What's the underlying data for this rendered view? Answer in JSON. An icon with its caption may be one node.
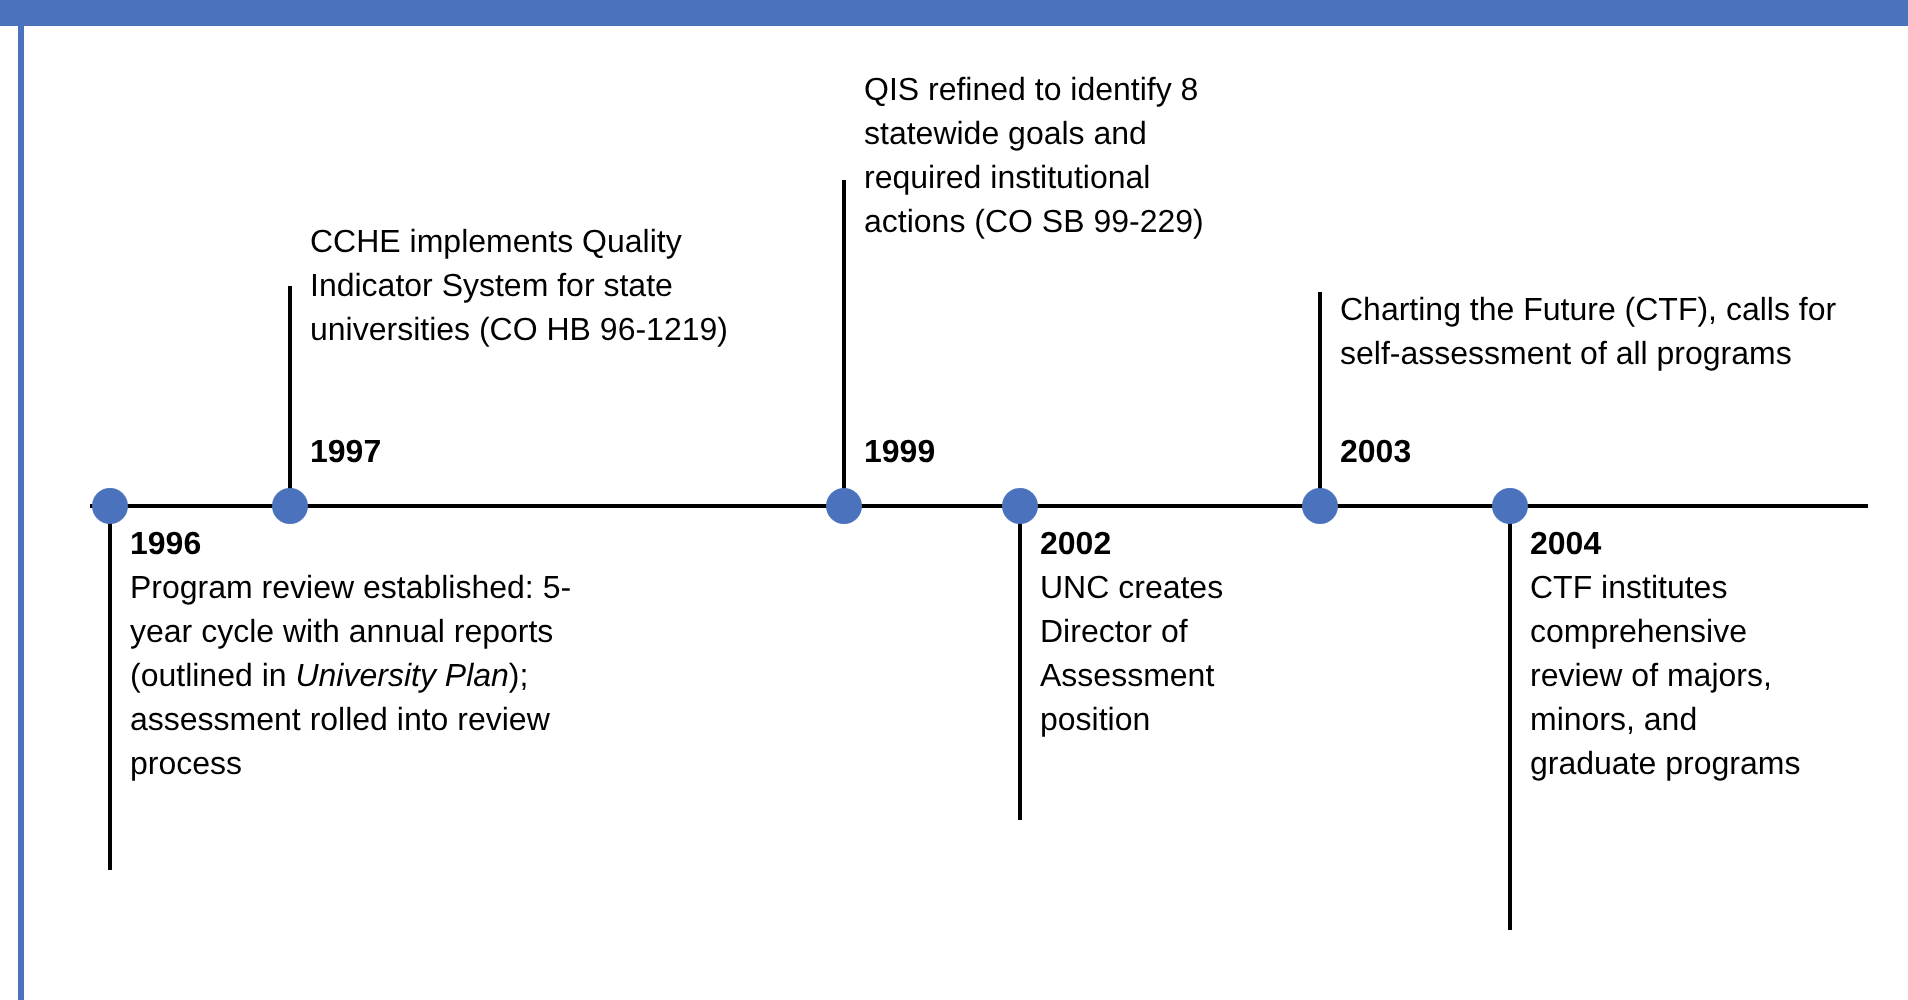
{
  "diagram": {
    "labels": [
      "1996",
      "Program review established: 5-year cycle with annual reports (outlined in *University Plan*); assessment rolled into review process",
      "1997",
      "CCHE implements Quality Indicator System for state universities (CO HB 96-1219)",
      "1999",
      "QIS refined to identify 8 statewide goals and required institutional actions (CO SB 99-229)",
      "2002",
      "UNC creates Director of Assessment position",
      "2003",
      "Charting the Future (CTF), calls for self-assessment of all programs",
      "2004",
      "CTF institutes comprehensive review of majors, minors, and graduate programs"
    ]
  }
}
